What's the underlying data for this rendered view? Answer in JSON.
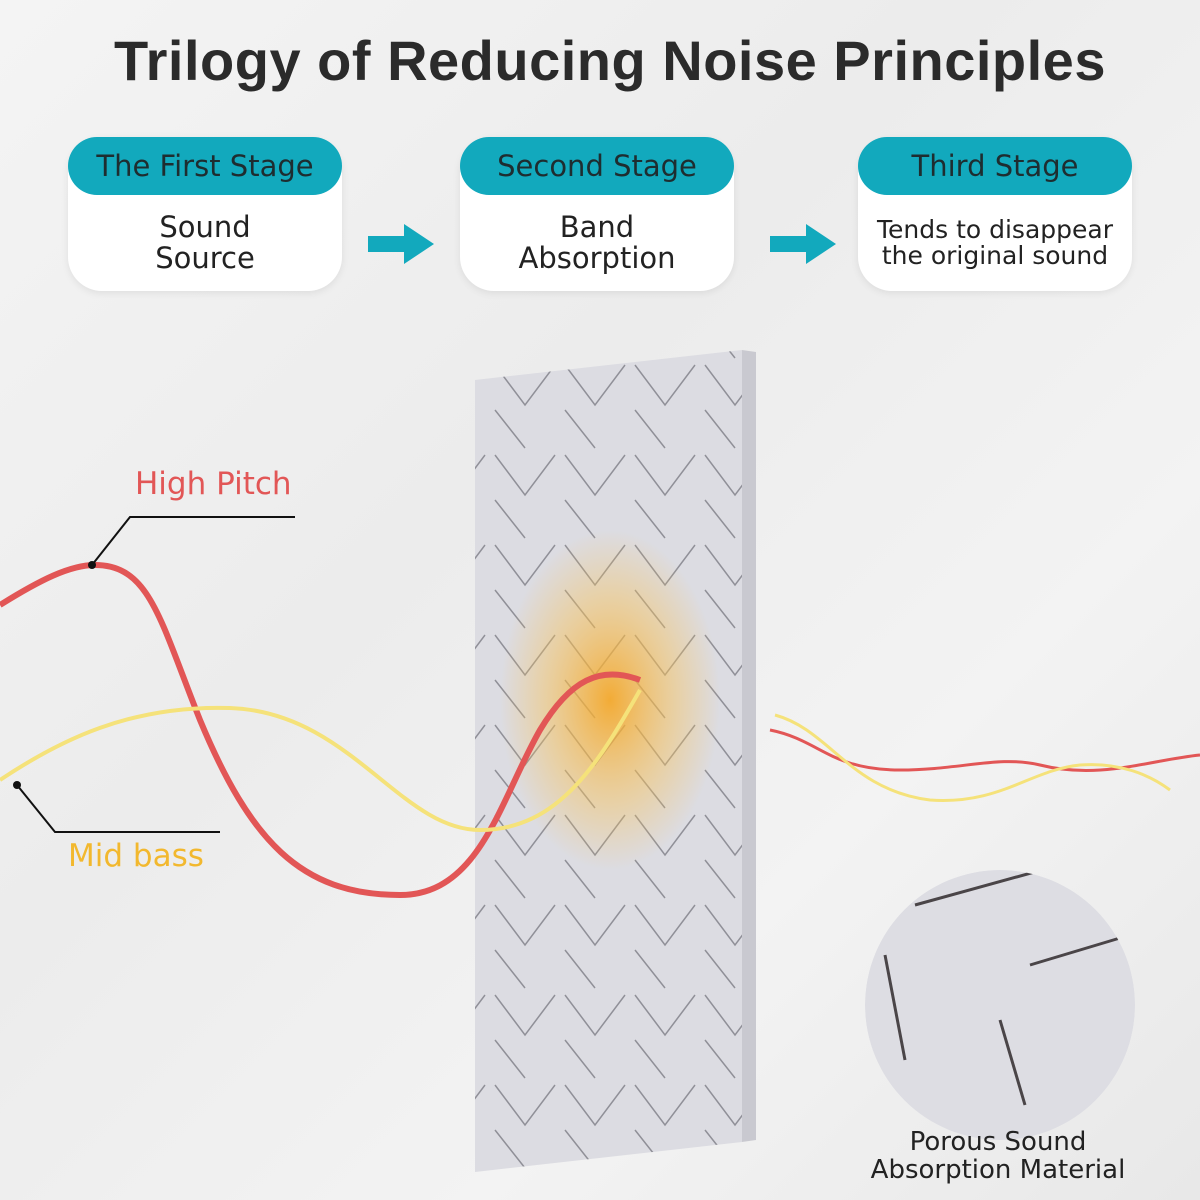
{
  "title": "Trilogy of Reducing Noise Principles",
  "stages": [
    {
      "header": "The First Stage",
      "body": "Sound Source"
    },
    {
      "header": "Second Stage",
      "body": "Band Absorption"
    },
    {
      "header": "Third Stage",
      "body": "Tends to disappear the original sound"
    }
  ],
  "labels": {
    "high_pitch": "High Pitch",
    "mid_bass": "Mid bass",
    "material": "Porous Sound Absorption Material"
  },
  "colors": {
    "accent": "#12a9bd",
    "high_pitch": "#e25656",
    "mid_bass": "#f2b82e"
  }
}
